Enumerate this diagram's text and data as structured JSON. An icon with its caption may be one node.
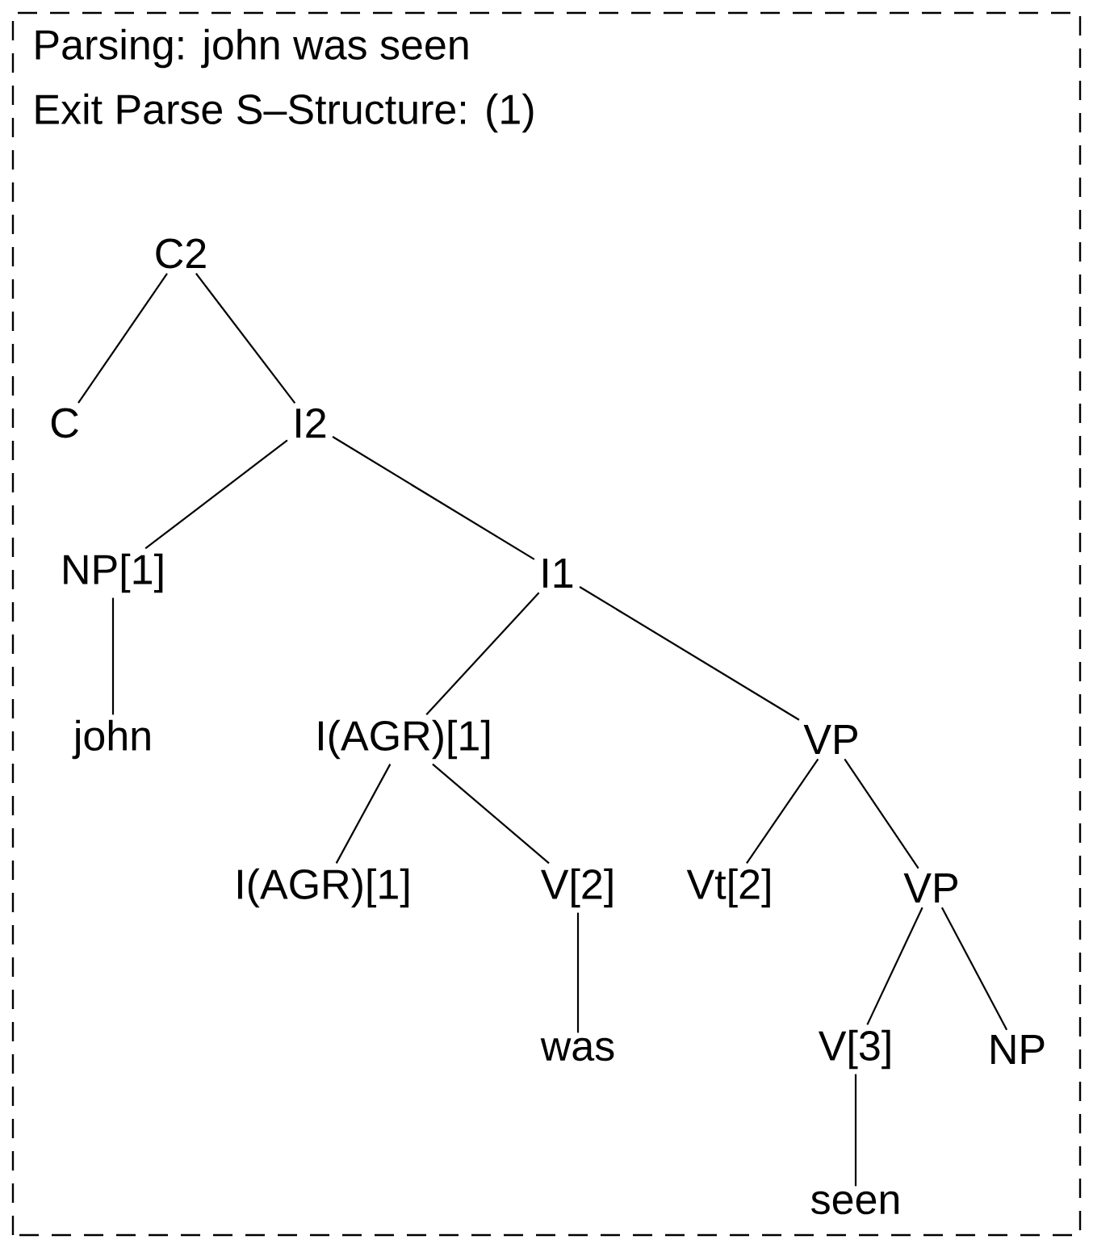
{
  "diagram": {
    "nodes": [
      {
        "text": [
          "C2"
        ]
      },
      {
        "text": [
          "C"
        ]
      },
      {
        "text": [
          "I2"
        ]
      },
      {
        "text": [
          "NP[1]"
        ]
      },
      {
        "text": [
          "I1"
        ]
      },
      {
        "text": [
          "john"
        ]
      },
      {
        "text": [
          "I(AGR)[1]"
        ]
      },
      {
        "text": [
          "VP"
        ]
      },
      {
        "text": [
          "I(AGR)[1]"
        ]
      },
      {
        "text": [
          "V[2]"
        ]
      },
      {
        "text": [
          "was"
        ]
      },
      {
        "text": [
          "Vt[2]"
        ]
      },
      {
        "text": [
          "VP"
        ]
      },
      {
        "text": [
          "V[3]"
        ]
      },
      {
        "text": [
          "NP"
        ]
      },
      {
        "text": [
          "seen"
        ]
      }
    ],
    "edges": [
      {
        "from": 0,
        "to": 1,
        "arrow": "none"
      },
      {
        "from": 0,
        "to": 2,
        "arrow": "none"
      },
      {
        "from": 2,
        "to": 3,
        "arrow": "none"
      },
      {
        "from": 2,
        "to": 4,
        "arrow": "none"
      },
      {
        "from": 3,
        "to": 5,
        "arrow": "none"
      },
      {
        "from": 4,
        "to": 6,
        "arrow": "none"
      },
      {
        "from": 4,
        "to": 7,
        "arrow": "none"
      },
      {
        "from": 6,
        "to": 8,
        "arrow": "none"
      },
      {
        "from": 6,
        "to": 9,
        "arrow": "none"
      },
      {
        "from": 9,
        "to": 10,
        "arrow": "none"
      },
      {
        "from": 7,
        "to": 11,
        "arrow": "none"
      },
      {
        "from": 7,
        "to": 12,
        "arrow": "none"
      },
      {
        "from": 12,
        "to": 13,
        "arrow": "none"
      },
      {
        "from": 12,
        "to": 14,
        "arrow": "none"
      },
      {
        "from": 13,
        "to": 15,
        "arrow": "none"
      }
    ],
    "labels": [
      "Parsing: john was seen",
      "Exit Parse S–Structure: (1)"
    ]
  }
}
